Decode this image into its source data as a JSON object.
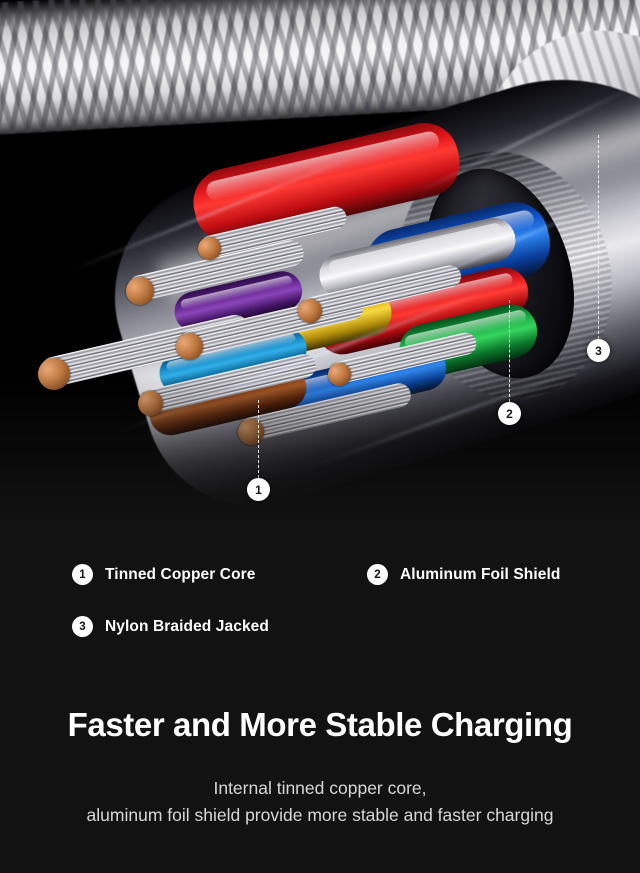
{
  "background_color": "#121212",
  "photo": {
    "alt_description": "Close-up cutaway of a USB charging cable showing white nylon braided jacket, aluminum foil shield and colored insulated wires with tinned copper cores",
    "markers": [
      {
        "number": "1",
        "target": "tinned-copper-core"
      },
      {
        "number": "2",
        "target": "aluminum-foil-shield"
      },
      {
        "number": "3",
        "target": "nylon-braided-jacket"
      }
    ]
  },
  "legend": {
    "items": [
      {
        "number": "1",
        "label": "Tinned Copper Core"
      },
      {
        "number": "2",
        "label": "Aluminum Foil Shield"
      },
      {
        "number": "3",
        "label": "Nylon Braided Jacked"
      }
    ]
  },
  "headline": "Faster and More Stable Charging",
  "subcopy": {
    "line1": "Internal tinned copper core,",
    "line2": "aluminum foil shield provide more stable and faster charging"
  }
}
